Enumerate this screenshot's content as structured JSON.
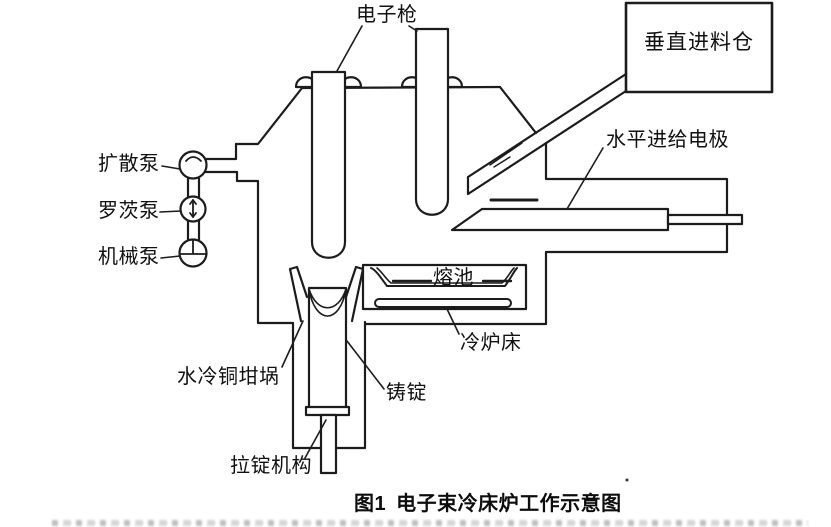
{
  "figure": {
    "caption_label": "图1",
    "caption_title": "电子束冷床炉工作示意图"
  },
  "diagram": {
    "labels": {
      "electron_gun": "电子枪",
      "vertical_feed_chamber": "垂直进料仓",
      "horizontal_feed_electrode": "水平进给电极",
      "diffusion_pump": "扩散泵",
      "roots_pump": "罗茨泵",
      "mechanical_pump": "机械泵",
      "melt_pool": "熔池",
      "cold_hearth": "冷炉床",
      "water_cooled_copper_crucible": "水冷铜坩埚",
      "ingot": "铸锭",
      "ingot_pulling_mechanism": "拉锭机构"
    },
    "colors": {
      "line": "#1c1c1c",
      "label_text": "#111111",
      "background": "#ffffff"
    }
  }
}
